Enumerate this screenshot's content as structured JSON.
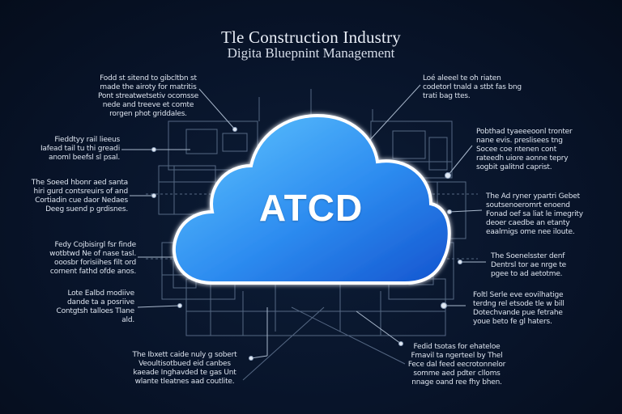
{
  "header": {
    "title": "Tle Construction Industry",
    "subtitle": "Digita Bluepnint Management"
  },
  "center_label": "ATCD",
  "colors": {
    "background": "#08142a",
    "cloud_light": "#5cc1ff",
    "cloud_dark": "#1560d6",
    "cloud_outline": "#ffffff",
    "blueprint_lines": "#7e91aa",
    "connector": "#9fb0c6"
  },
  "annotations": {
    "top_left": [
      "Fodd st sitend to gibcltbn st",
      "made the airoty for matritis",
      "Pont streatwetsetiv ocomsse",
      "nede and treeve et comte",
      "rorgen phot griddales."
    ],
    "left_1": [
      "Fieddtyy rail lieeus",
      "Iafead tail tu thi greadi",
      "anoml beefsl sl psal."
    ],
    "left_2": [
      "The Soeed hbonr aed santa",
      "hiri gurd contsreuirs of and",
      "Cortiadin cue daor Nedaes",
      "Deeg suend p grdisnes."
    ],
    "left_3": [
      "Fedy Cojbisirgl fsr finde",
      "wotbtwd Ne of nase tasl.",
      "ooosbr forisiihes filt ord",
      "cornent fathd ofde anos."
    ],
    "left_4": [
      "Lote Ealbd modiive",
      "dande ta a posriive",
      "Contgtsh talloes Tlane",
      "ald."
    ],
    "bottom_left": [
      "The Ibxett caide nuly g sobert",
      "Veoultisotbued eid canbes",
      "kaeade Inghavded te gas Unt",
      "wlante tleatnes aad coutlite."
    ],
    "top_right": [
      "Loé aleeel te oh riaten",
      "codetorl tnald a stbt fas bng",
      "trati bag ttes."
    ],
    "right_1": [
      "Pobthad tyaeeeoonl tronter",
      "nane evis. preslisees tng",
      "Socee coe ntenen cont",
      "rateedh uiore aonne tepry",
      "sogbit galitnd caprist."
    ],
    "right_2": [
      "The Ad ryner ypartri Gebet",
      "soutsenoeromrt enoend",
      "Fonad oef sa liat le imegrity",
      "deoer caedbe an etanty",
      "eaalrnigs ome nee iloute."
    ],
    "right_3": [
      "The Soenelsster denf",
      "Dentrsl tor ae nrge te",
      "pgee to ad aetotme."
    ],
    "right_4": [
      "Foltl Serle eve eovilhatige",
      "terdng rel etsode tle w bill",
      "Dotechvande pue fetrahe",
      "youe beto fe gl haters."
    ],
    "bottom_right": [
      "Fedid tsotas for ehateloe",
      "Fmavil ta ngerteel by Thel",
      "Fece dal feed eecrotonnelor",
      "somme aed pdter clloms",
      "nnage oand ree fhy bhen."
    ]
  }
}
